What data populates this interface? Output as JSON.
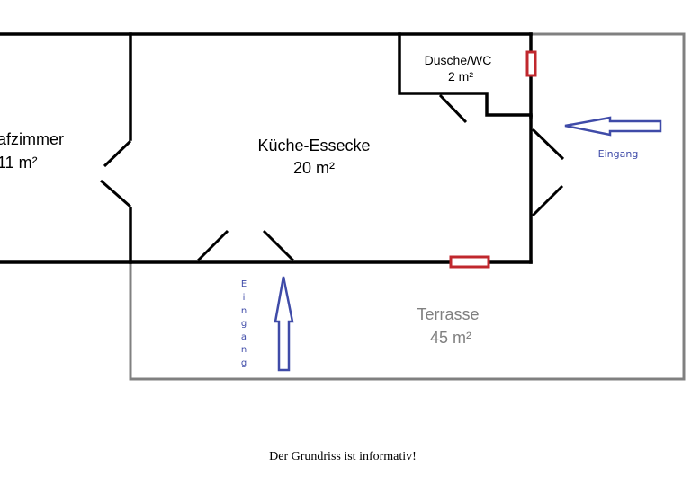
{
  "colors": {
    "walls": "#000000",
    "terrace_outline": "#808080",
    "windows": "#c0272d",
    "entrance": "#3f4ba8",
    "terrace_text": "#808080"
  },
  "rooms": {
    "schlafzimmer": {
      "name": "afzimmer",
      "area": "11 m²"
    },
    "kueche": {
      "name": "Küche-Essecke",
      "area": "20 m²"
    },
    "dusche": {
      "name": "Dusche/WC",
      "area": "2 m²"
    },
    "terrasse": {
      "name": "Terrasse",
      "area": "45 m²"
    }
  },
  "entrances": {
    "right": {
      "label": "Eingang",
      "direction": "left"
    },
    "bottom": {
      "label": "Eingang",
      "letters": [
        "E",
        "i",
        "n",
        "g",
        "a",
        "n",
        "g"
      ],
      "direction": "up"
    }
  },
  "note": "Der Grundriss ist informativ!"
}
